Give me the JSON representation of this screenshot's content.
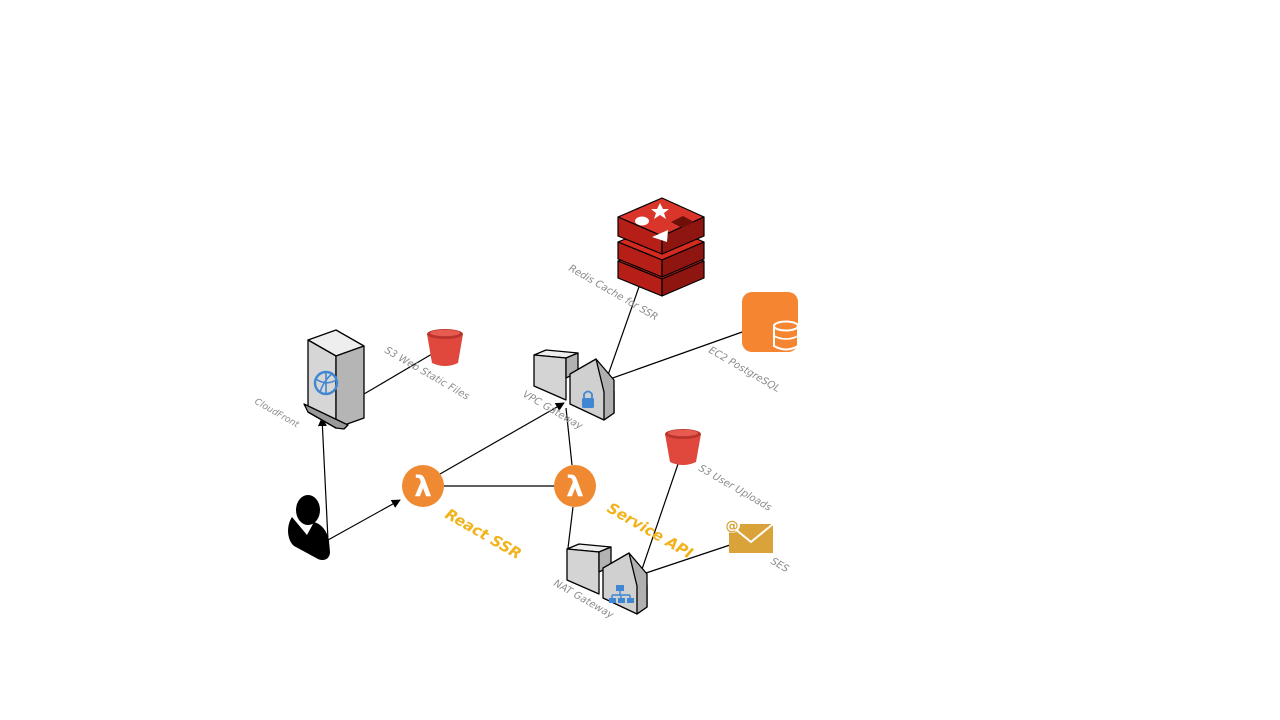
{
  "labels": {
    "redis": "Redis Cache for SSR",
    "ec2": "EC2 PostgreSQL",
    "vpc_gateway": "VPC Gateway",
    "s3_static": "S3 Web Static Files",
    "cloudfront": "CloudFront",
    "react_ssr": "React SSR",
    "service_api": "Service API",
    "s3_uploads": "S3 User Uploads",
    "ses": "SES",
    "nat_gateway": "NAT Gateway"
  },
  "colors": {
    "lambda": "#f08a32",
    "accent_label": "#f2b21b",
    "redis": "#d42a20",
    "ec2": "#f58530",
    "bucket": "#e0483d",
    "ses": "#d9a33a",
    "server": "#d4d4d4",
    "icon_blue": "#3f86d3",
    "line": "#000000"
  },
  "icons": {
    "user": "user-icon",
    "cloudfront": "cloudfront-server-icon",
    "s3_static": "s3-bucket-icon",
    "react_ssr": "lambda-icon",
    "service_api": "lambda-icon",
    "vpc_gateway": "vpc-gateway-icon",
    "nat_gateway": "nat-gateway-icon",
    "redis": "redis-icon",
    "ec2": "ec2-database-icon",
    "s3_uploads": "s3-bucket-icon",
    "ses": "ses-mail-icon"
  }
}
